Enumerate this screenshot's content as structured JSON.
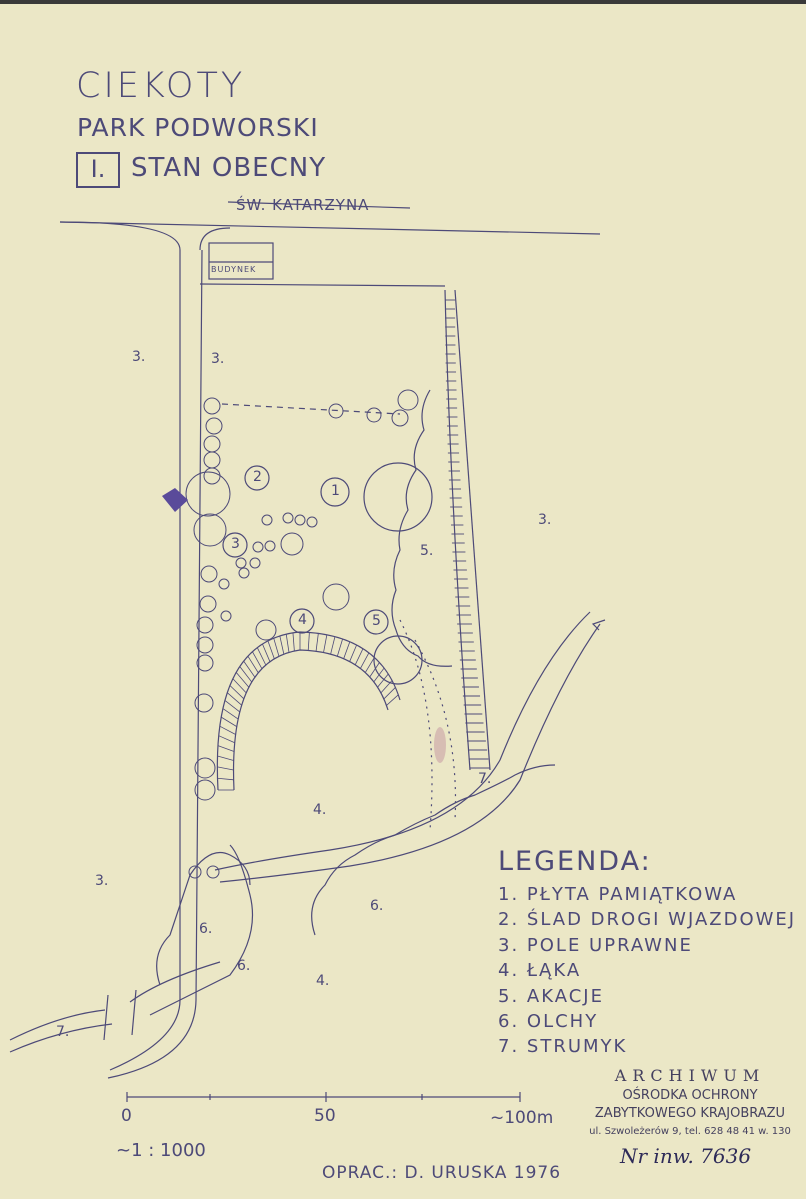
{
  "header": {
    "title": "CIEKOTY",
    "subtitle": "PARK PODWORSKI",
    "section_number": "I.",
    "section_title": "STAN OBECNY"
  },
  "road_label": "ŚW. KATARZYNA",
  "building_label": "BUDYNEK",
  "area_labels": {
    "field_nw_a": "3.",
    "field_nw_b": "3.",
    "field_e": "3.",
    "field_sw": "3.",
    "acacia": "5.",
    "meadow_center": "4.",
    "meadow_south": "4.",
    "alder_center": "6.",
    "alder_west_a": "6.",
    "alder_west_b": "6.",
    "stream_east": "7.",
    "stream_west": "7."
  },
  "markers": [
    "1",
    "2",
    "3",
    "4",
    "5"
  ],
  "legend": {
    "title": "LEGENDA:",
    "items": [
      "1. PŁYTA PAMIĄTKOWA",
      "2. ŚLAD DROGI WJAZDOWEJ",
      "3. POLE UPRAWNE",
      "4. ŁĄKA",
      "5. AKACJE",
      "6. OLCHY",
      "7. STRUMYK"
    ]
  },
  "scale": {
    "tick_0": "0",
    "tick_50": "50",
    "tick_100": "~100m",
    "ratio": "~1 : 1000"
  },
  "archive_stamp": {
    "line1": "ARCHIWUM",
    "line2": "OŚRODKA OCHRONY",
    "line3": "ZABYTKOWEGO KRAJOBRAZU",
    "line4": "ul. Szwoleżerów 9, tel. 628 48 41 w. 130"
  },
  "inventory_note": "Nr inw. 7636",
  "author": "OPRAC.: D. URUSKA   1976",
  "colors": {
    "paper": "#ebe7c6",
    "ink": "#4d4a78",
    "stamp_ink": "#45415f",
    "marker_fill": "#5a4b9a"
  }
}
